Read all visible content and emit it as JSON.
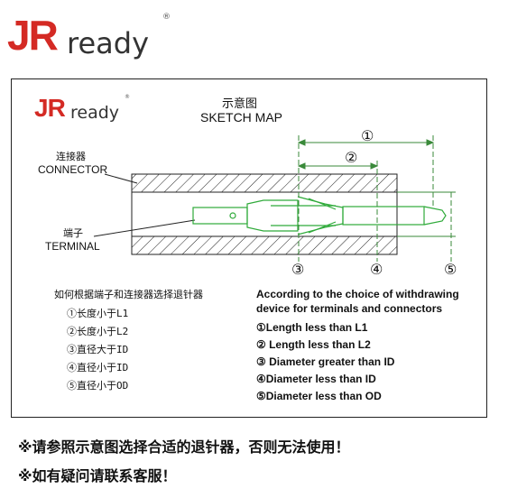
{
  "brand": {
    "jr": "JR",
    "ready": "ready",
    "registered": "®"
  },
  "diagram": {
    "title_cn": "示意图",
    "title_en": "SKETCH MAP",
    "connector_cn": "连接器",
    "connector_en": "CONNECTOR",
    "terminal_cn": "端子",
    "terminal_en": "TERMINAL",
    "markers": [
      "①",
      "②",
      "③",
      "④",
      "⑤"
    ]
  },
  "legend_cn": {
    "heading": "如何根据端子和连接器选择退针器",
    "items": [
      "①长度小于L1",
      "②长度小于L2",
      "③直径大于ID",
      "④直径小于ID",
      "⑤直径小于OD"
    ]
  },
  "legend_en": {
    "heading_line1": "According to the choice of withdrawing",
    "heading_line2": "device for terminals and connectors",
    "items": [
      "①Length less than L1",
      "② Length less than L2",
      "③ Diameter greater than ID",
      "④Diameter less than ID",
      "⑤Diameter less than OD"
    ]
  },
  "notes": [
    "※请参照示意图选择合适的退针器，否则无法使用！",
    "※如有疑问请联系客服！"
  ],
  "colors": {
    "brand_red": "#d42a24",
    "terminal_green": "#2faa3a",
    "dimension_green": "#3a8a3a"
  }
}
